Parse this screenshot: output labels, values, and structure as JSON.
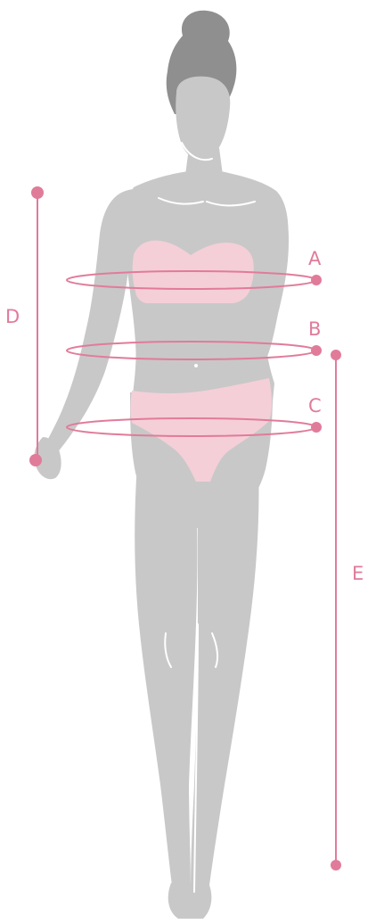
{
  "colors": {
    "background": "#ffffff",
    "silhouette": "#c8c8c8",
    "silhouette_dark": "#9a9a9a",
    "hair": "#8f8f8f",
    "outline": "#ffffff",
    "garment": "#f4cfd8",
    "measure": "#e17b9a"
  },
  "labels": {
    "a": "A",
    "b": "B",
    "c": "C",
    "d": "D",
    "e": "E"
  }
}
